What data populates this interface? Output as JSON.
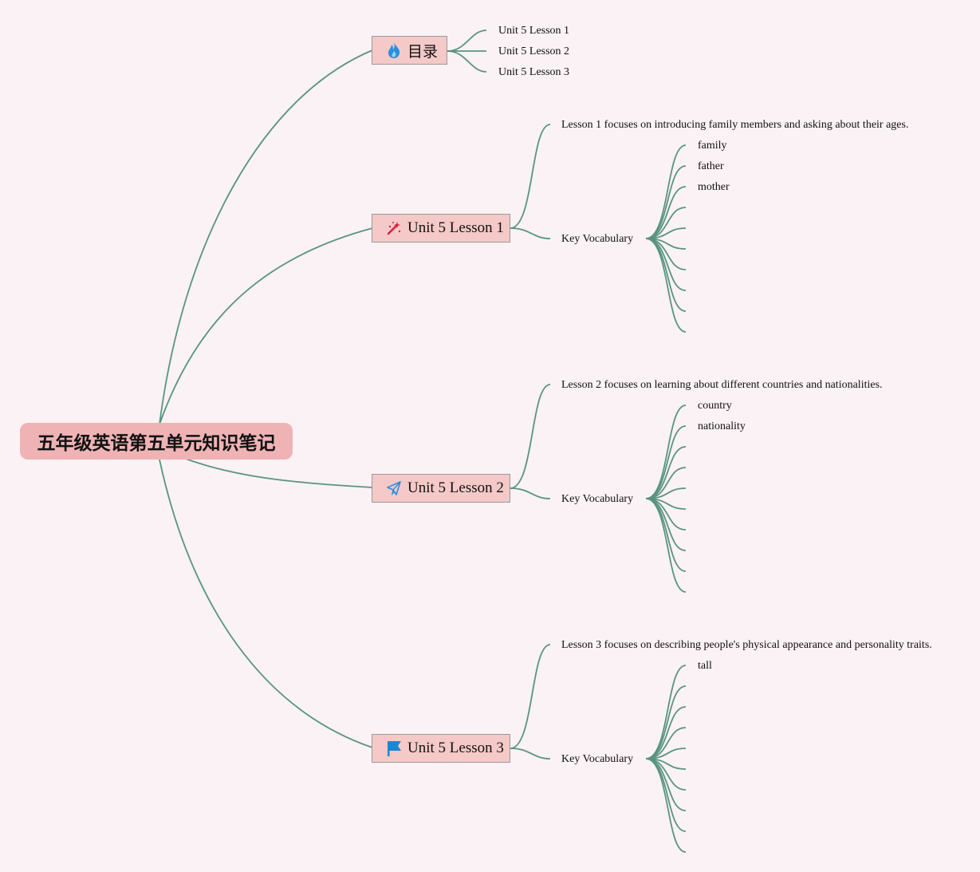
{
  "root": {
    "title": "五年级英语第五单元知识笔记"
  },
  "toc": {
    "label": "目录",
    "icon": "fire-icon",
    "items": [
      "Unit 5 Lesson 1",
      "Unit 5 Lesson 2",
      "Unit 5 Lesson 3"
    ]
  },
  "lessons": [
    {
      "label": "Unit 5 Lesson 1",
      "icon": "magic-wand-icon",
      "summary": "Lesson 1 focuses on introducing family members and asking about their ages.",
      "vocab_label": "Key Vocabulary",
      "vocab": [
        "family",
        "father",
        "mother"
      ]
    },
    {
      "label": "Unit 5 Lesson 2",
      "icon": "paper-plane-icon",
      "summary": "Lesson 2 focuses on learning about different countries and nationalities.",
      "vocab_label": "Key Vocabulary",
      "vocab": [
        "country",
        "nationality"
      ]
    },
    {
      "label": "Unit 5 Lesson 3",
      "icon": "flag-icon",
      "summary": "Lesson 3 focuses on describing people's physical appearance and personality traits.",
      "vocab_label": "Key Vocabulary",
      "vocab": [
        "tall"
      ]
    }
  ],
  "colors": {
    "background": "#faf2f4",
    "link": "#5a9480",
    "root": "#f0b3b5",
    "branch": "#f4c9c7"
  }
}
